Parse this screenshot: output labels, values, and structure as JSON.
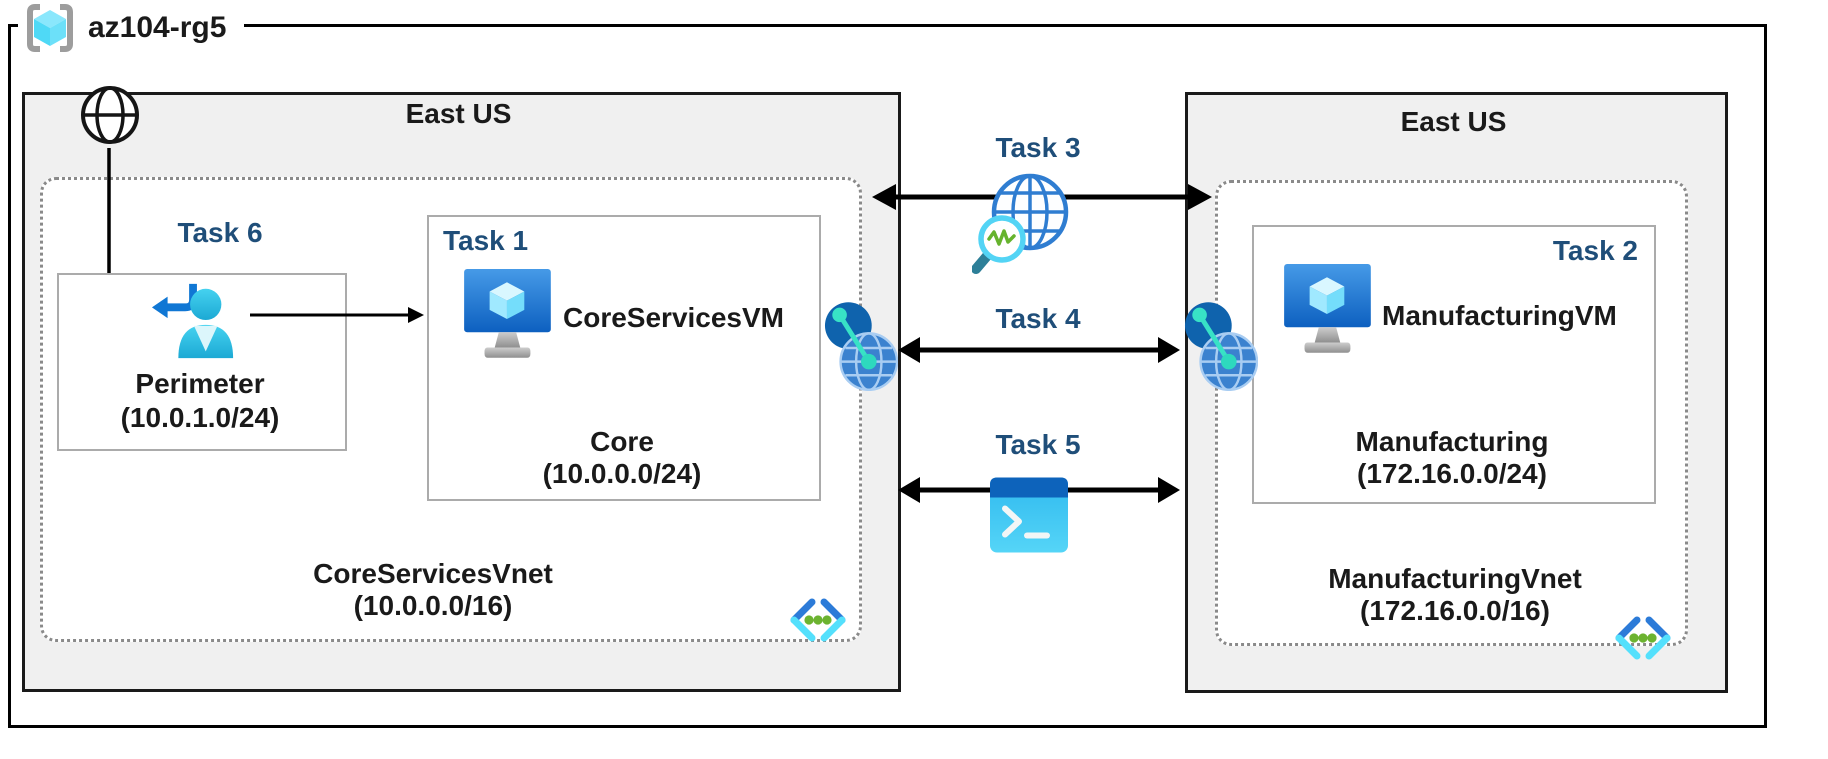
{
  "rg": {
    "label": "az104-rg5"
  },
  "left": {
    "title": "East US",
    "task6": "Task 6",
    "perimeter": {
      "name": "Perimeter",
      "cidr": "(10.0.1.0/24)"
    },
    "core": {
      "task": "Task 1",
      "vm": "CoreServicesVM",
      "subnet": "Core",
      "cidr": "(10.0.0.0/24)"
    },
    "vnet": {
      "name": "CoreServicesVnet",
      "cidr": "(10.0.0.0/16)"
    }
  },
  "right": {
    "title": "East US",
    "mfg": {
      "task": "Task 2",
      "vm": "ManufacturingVM",
      "subnet": "Manufacturing",
      "cidr": "(172.16.0.0/24)"
    },
    "vnet": {
      "name": "ManufacturingVnet",
      "cidr": "(172.16.0.0/16)"
    }
  },
  "middle": {
    "task3": "Task 3",
    "task4": "Task 4",
    "task5": "Task 5"
  },
  "icons": [
    "resource-group-icon",
    "internet-icon",
    "guest-user-icon",
    "virtual-machine-icon",
    "vnet-peering-icon",
    "network-watcher-icon",
    "cloud-shell-icon",
    "virtual-network-icon"
  ],
  "colors": {
    "task_label": "#1f4e79",
    "region_bg": "#f0f0f0",
    "outer_border": "#000000",
    "inner_border": "#ababab",
    "dotted_border": "#8a8a8a",
    "azure_blue": "#0078d4",
    "cyan": "#50e6ff",
    "green_dot": "#6cb330",
    "teal_link": "#38e2c6"
  }
}
